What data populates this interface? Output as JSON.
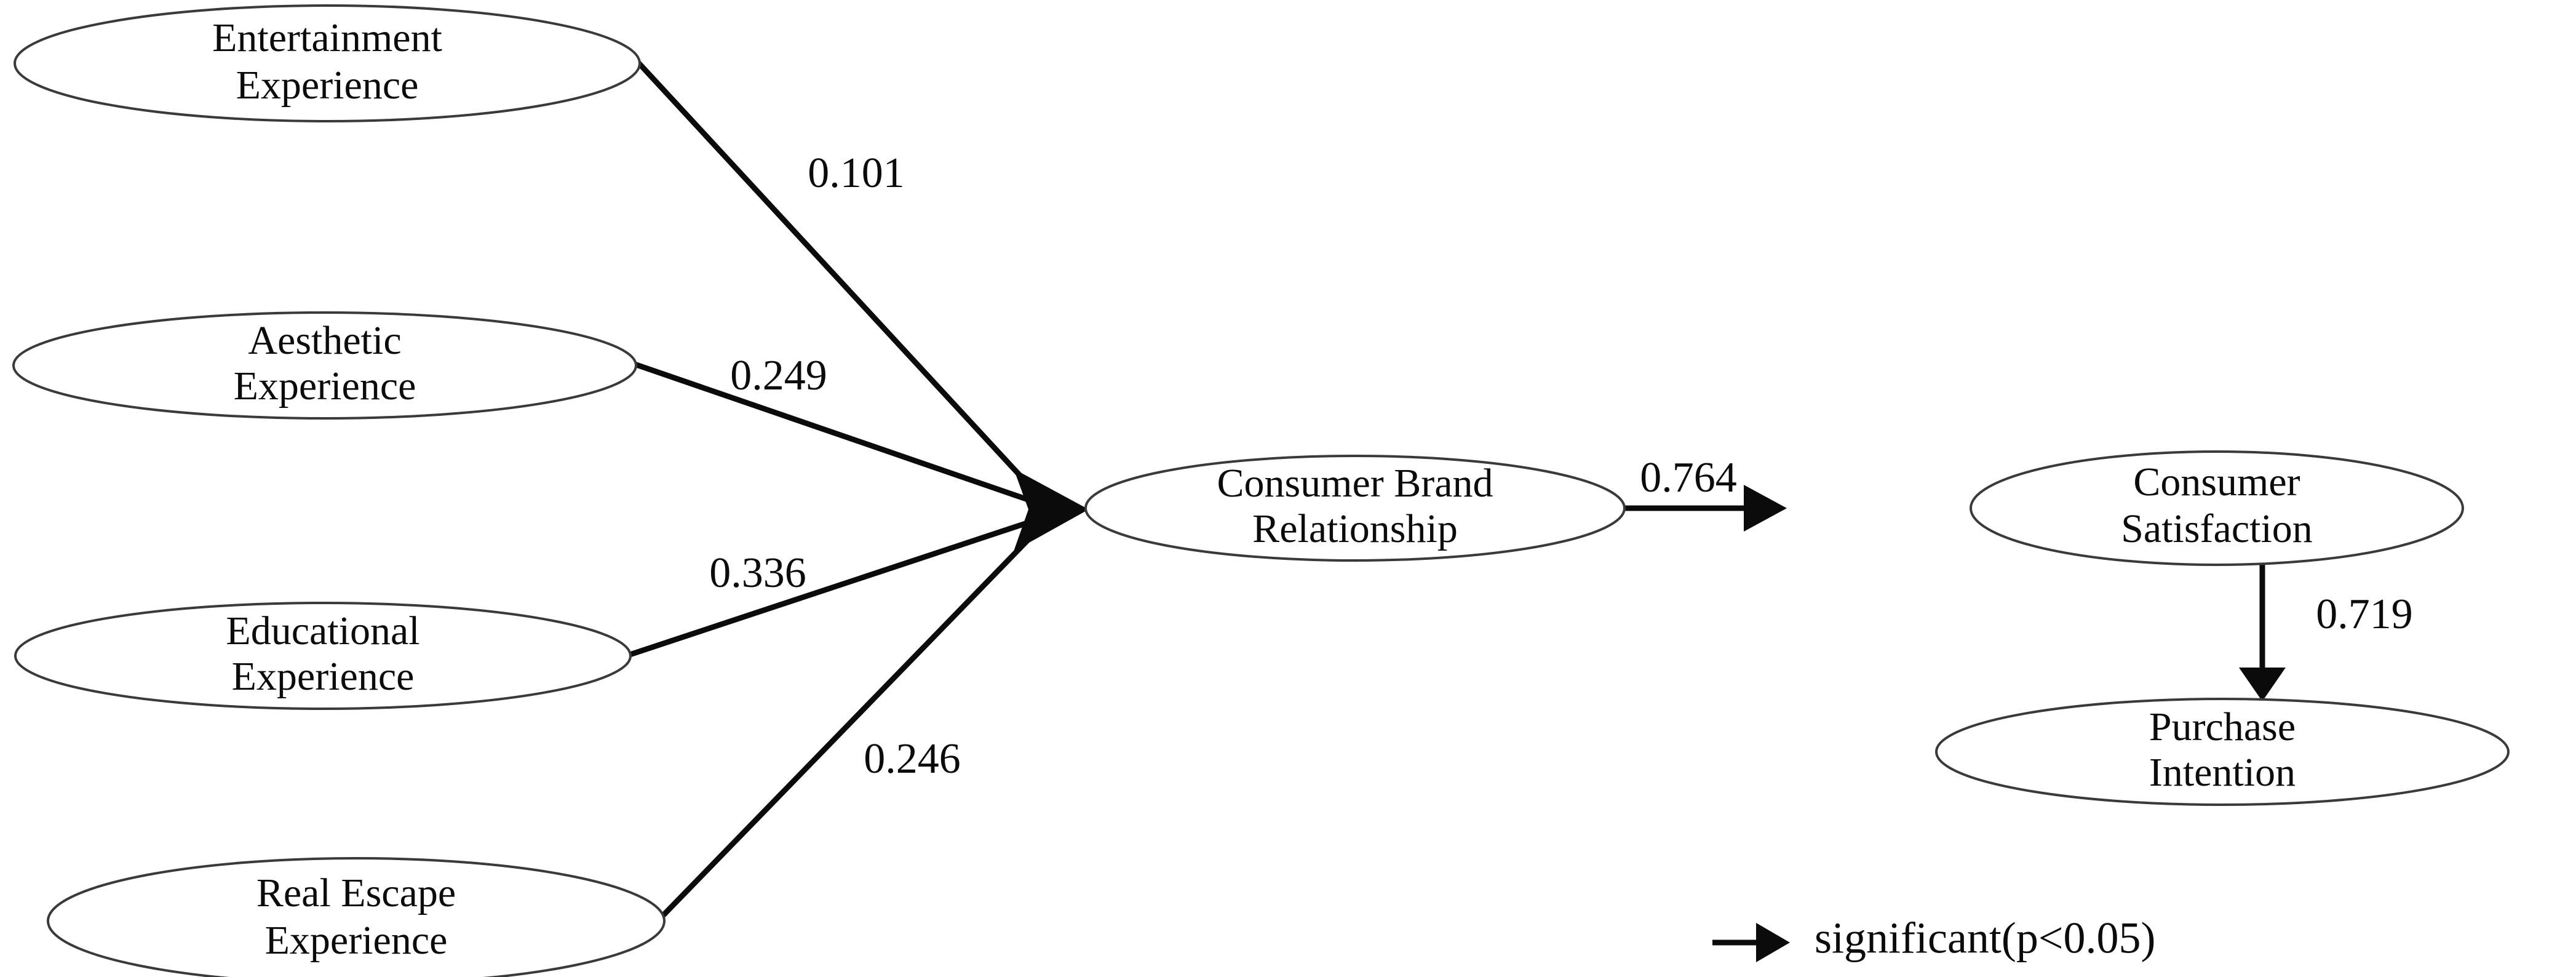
{
  "diagram": {
    "title": "Structural Equation Model Path Diagram",
    "background_color": "#ffffff",
    "stroke_color": "#0b0b0b",
    "node_stroke_color": "#3a3a3a"
  },
  "nodes": {
    "entertainment": {
      "line1": "Entertainment",
      "line2": "Experience"
    },
    "aesthetic": {
      "line1": "Aesthetic",
      "line2": "Experience"
    },
    "educational": {
      "line1": "Educational",
      "line2": "Experience"
    },
    "real_escape": {
      "line1": "Real Escape",
      "line2": "Experience"
    },
    "consumer_brand_relationship": {
      "line1": "Consumer Brand",
      "line2": "Relationship"
    },
    "consumer_satisfaction": {
      "line1": "Consumer",
      "line2": "Satisfaction"
    },
    "purchase_intention": {
      "line1": "Purchase",
      "line2": "Intention"
    }
  },
  "edges": {
    "entertainment_to_cbr": {
      "label": "0.101"
    },
    "aesthetic_to_cbr": {
      "label": "0.249"
    },
    "educational_to_cbr": {
      "label": "0.336"
    },
    "real_escape_to_cbr": {
      "label": "0.246"
    },
    "cbr_to_satisfaction": {
      "label": "0.764"
    },
    "satisfaction_to_purchase": {
      "label": "0.719"
    }
  },
  "legend": {
    "label": "significant(p<0.05)"
  },
  "chart_data": {
    "type": "diagram",
    "title": "Structural Equation Model Path Diagram",
    "nodes": [
      "Entertainment Experience",
      "Aesthetic Experience",
      "Educational Experience",
      "Real Escape Experience",
      "Consumer Brand Relationship",
      "Consumer Satisfaction",
      "Purchase Intention"
    ],
    "paths": [
      {
        "from": "Entertainment Experience",
        "to": "Consumer Brand Relationship",
        "coefficient": 0.101
      },
      {
        "from": "Aesthetic Experience",
        "to": "Consumer Brand Relationship",
        "coefficient": 0.249
      },
      {
        "from": "Educational Experience",
        "to": "Consumer Brand Relationship",
        "coefficient": 0.336
      },
      {
        "from": "Real Escape Experience",
        "to": "Consumer Brand Relationship",
        "coefficient": 0.246
      },
      {
        "from": "Consumer Brand Relationship",
        "to": "Consumer Satisfaction",
        "coefficient": 0.764
      },
      {
        "from": "Consumer Satisfaction",
        "to": "Purchase Intention",
        "coefficient": 0.719
      }
    ],
    "legend": [
      {
        "symbol": "arrow",
        "label": "significant(p<0.05)"
      }
    ]
  }
}
